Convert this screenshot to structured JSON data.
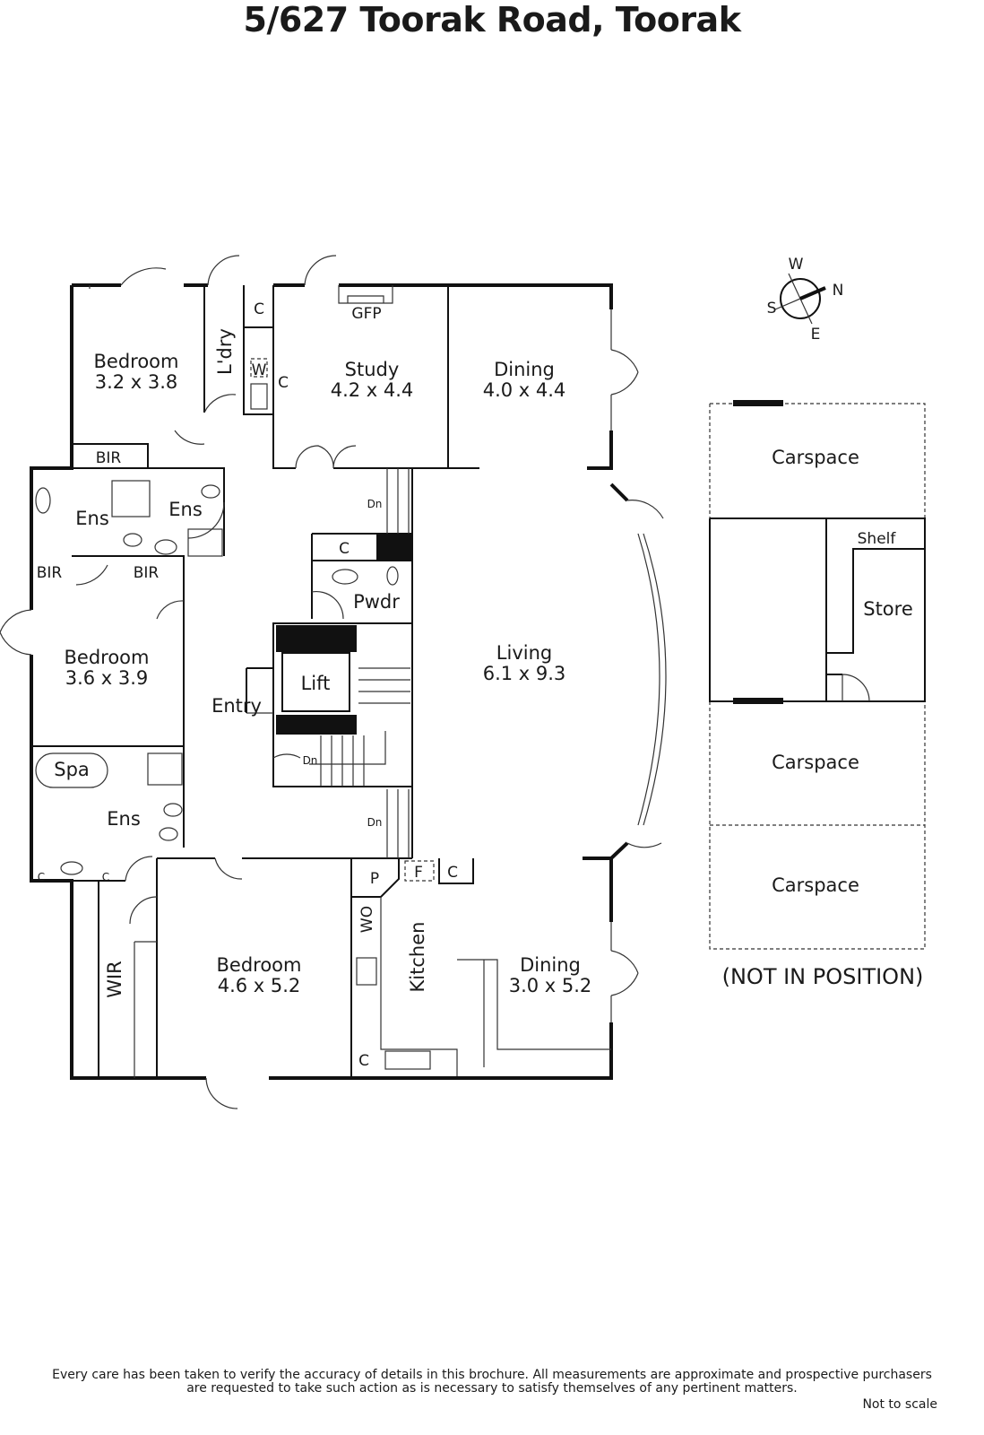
{
  "title": "5/627 Toorak Road, Toorak",
  "rooms": {
    "bedroom1": {
      "name": "Bedroom",
      "size": "3.2 x 3.8"
    },
    "laundry": "L'dry",
    "study": {
      "name": "Study",
      "size": "4.2 x 4.4"
    },
    "dining1": {
      "name": "Dining",
      "size": "4.0 x 4.4"
    },
    "gfp": "GFP",
    "bir1": "BIR",
    "bir2": "BIR",
    "bir3": "BIR",
    "ens1": "Ens",
    "ens2": "Ens",
    "ens3": "Ens",
    "spa": "Spa",
    "bedroom2": {
      "name": "Bedroom",
      "size": "3.6 x 3.9"
    },
    "entry": "Entry",
    "lift": "Lift",
    "pwdr": "Pwdr",
    "living": {
      "name": "Living",
      "size": "6.1 x 9.3"
    },
    "bedroom3": {
      "name": "Bedroom",
      "size": "4.6 x 5.2"
    },
    "wir": "WIR",
    "kitchen": "Kitchen",
    "dining2": {
      "name": "Dining",
      "size": "3.0 x 5.2"
    },
    "carspace1": "Carspace",
    "carspace2": "Carspace",
    "carspace3": "Carspace",
    "shelf": "Shelf",
    "store": "Store",
    "not_in_position": "(NOT IN POSITION)"
  },
  "fixtures": {
    "c": "C",
    "w": "W",
    "p": "P",
    "f": "F",
    "wo": "WO",
    "dn": "Dn"
  },
  "compass": {
    "n": "N",
    "s": "S",
    "e": "E",
    "w": "W"
  },
  "footer": {
    "disclaimer_line1": "Every care has been taken to verify the accuracy of details in this brochure.  All measurements are approximate and prospective purchasers",
    "disclaimer_line2": "are requested to take such action as is necessary to satisfy themselves of any pertinent matters.",
    "scale_note": "Not to scale"
  }
}
